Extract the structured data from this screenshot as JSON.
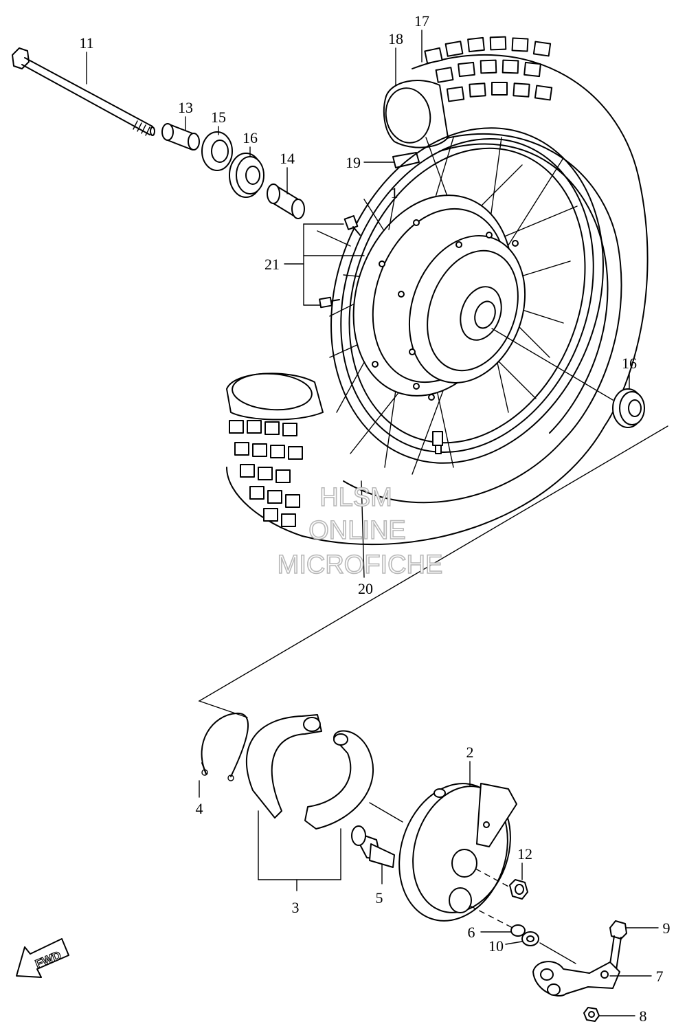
{
  "callouts": [
    {
      "id": "p1",
      "num": "1"
    },
    {
      "id": "p2",
      "num": "2"
    },
    {
      "id": "p3",
      "num": "3"
    },
    {
      "id": "p4",
      "num": "4"
    },
    {
      "id": "p5",
      "num": "5"
    },
    {
      "id": "p6",
      "num": "6"
    },
    {
      "id": "p7",
      "num": "7"
    },
    {
      "id": "p8",
      "num": "8"
    },
    {
      "id": "p9",
      "num": "9"
    },
    {
      "id": "p10",
      "num": "10"
    },
    {
      "id": "p11",
      "num": "11"
    },
    {
      "id": "p12",
      "num": "12"
    },
    {
      "id": "p13",
      "num": "13"
    },
    {
      "id": "p14",
      "num": "14"
    },
    {
      "id": "p15",
      "num": "15"
    },
    {
      "id": "p16a",
      "num": "16"
    },
    {
      "id": "p16b",
      "num": "16"
    },
    {
      "id": "p17",
      "num": "17"
    },
    {
      "id": "p18",
      "num": "18"
    },
    {
      "id": "p19",
      "num": "19"
    },
    {
      "id": "p20",
      "num": "20"
    },
    {
      "id": "p21",
      "num": "21"
    }
  ],
  "watermark": {
    "line1": "HLSM",
    "line2": "ONLINE",
    "line3": "MICROFICHE"
  },
  "direction_badge": "FWD",
  "colors": {
    "ink": "#000000",
    "paper": "#ffffff",
    "watermark": "#b8b8b8"
  }
}
